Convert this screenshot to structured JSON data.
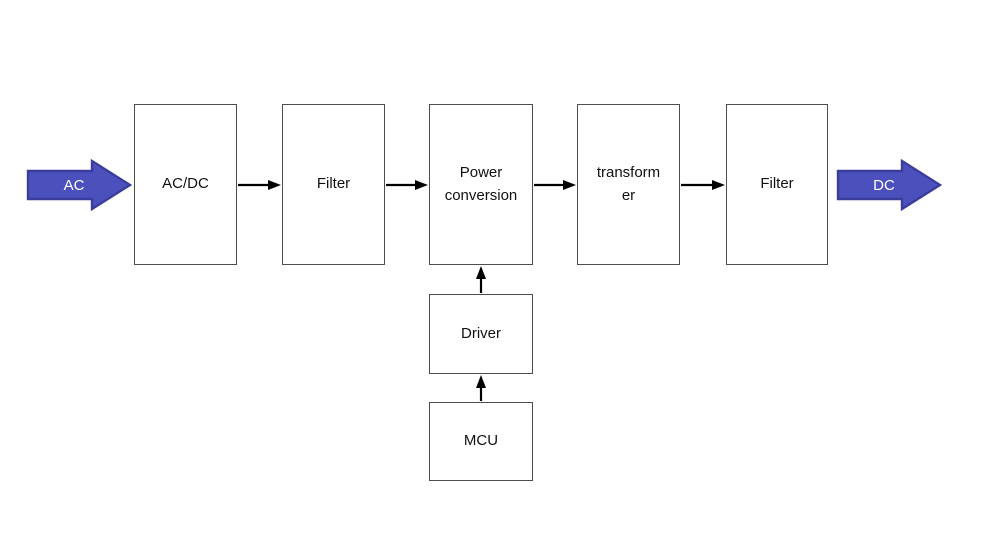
{
  "diagram": {
    "colors": {
      "arrow_fill": "#4C50BC",
      "arrow_stroke": "#3A3D9B",
      "arrow_text": "#FFFFFF",
      "connector": "#000000",
      "box_border": "#4D4D4D",
      "box_fill": "#FFFFFF",
      "box_text": "#111111",
      "background": "#FFFFFF"
    },
    "input_arrow": {
      "label": "AC"
    },
    "output_arrow": {
      "label": "DC"
    },
    "boxes": [
      {
        "id": "ac-dc",
        "label": "AC/DC"
      },
      {
        "id": "filter-1",
        "label": "Filter"
      },
      {
        "id": "power-conversion",
        "label": "Power\nconversion"
      },
      {
        "id": "transformer",
        "label": "transform\ner"
      },
      {
        "id": "filter-2",
        "label": "Filter"
      },
      {
        "id": "driver",
        "label": "Driver"
      },
      {
        "id": "mcu",
        "label": "MCU"
      }
    ],
    "edges": [
      {
        "from": "AC",
        "to": "AC/DC"
      },
      {
        "from": "AC/DC",
        "to": "Filter"
      },
      {
        "from": "Filter",
        "to": "Power conversion"
      },
      {
        "from": "Power conversion",
        "to": "transformer"
      },
      {
        "from": "transformer",
        "to": "Filter"
      },
      {
        "from": "Filter",
        "to": "DC"
      },
      {
        "from": "Driver",
        "to": "Power conversion"
      },
      {
        "from": "MCU",
        "to": "Driver"
      }
    ]
  }
}
